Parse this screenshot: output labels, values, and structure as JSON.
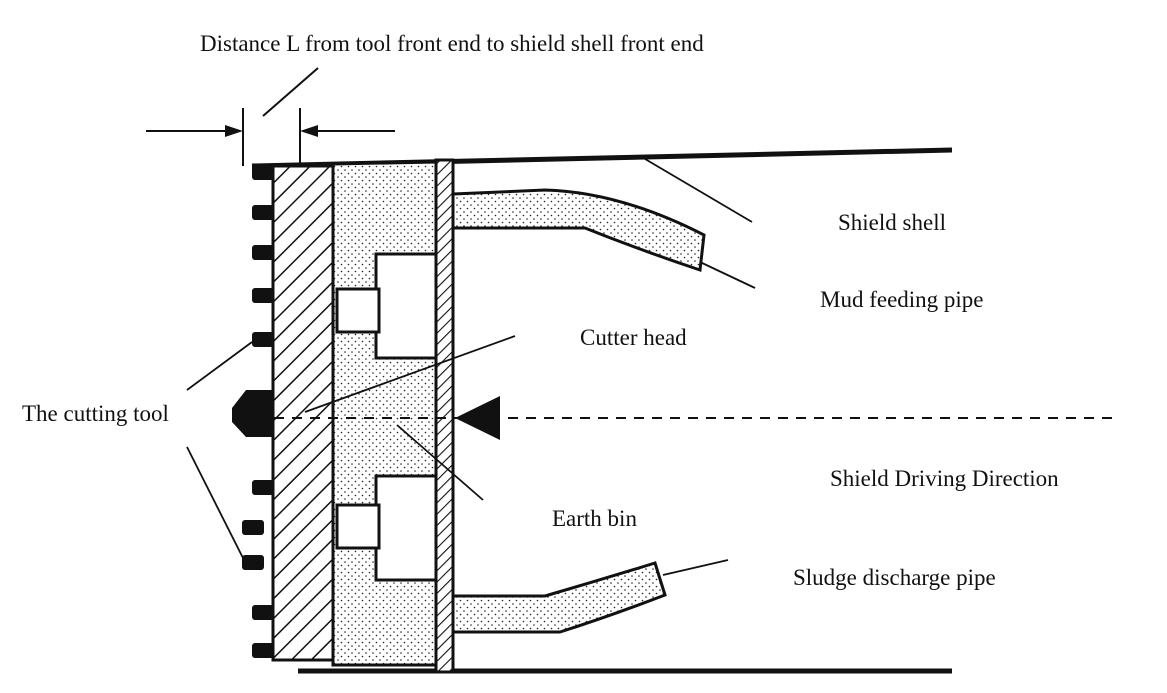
{
  "diagram": {
    "labels": {
      "distance": "Distance L from tool front end to shield shell front end",
      "shield_shell": "Shield shell",
      "mud_feeding_pipe": "Mud feeding pipe",
      "cutter_head": "Cutter head",
      "cutting_tool": "The cutting tool",
      "driving_direction": "Shield Driving Direction",
      "earth_bin": "Earth bin",
      "sludge_discharge_pipe": "Sludge discharge pipe"
    },
    "colors": {
      "ink": "#111111",
      "background": "#ffffff"
    }
  }
}
